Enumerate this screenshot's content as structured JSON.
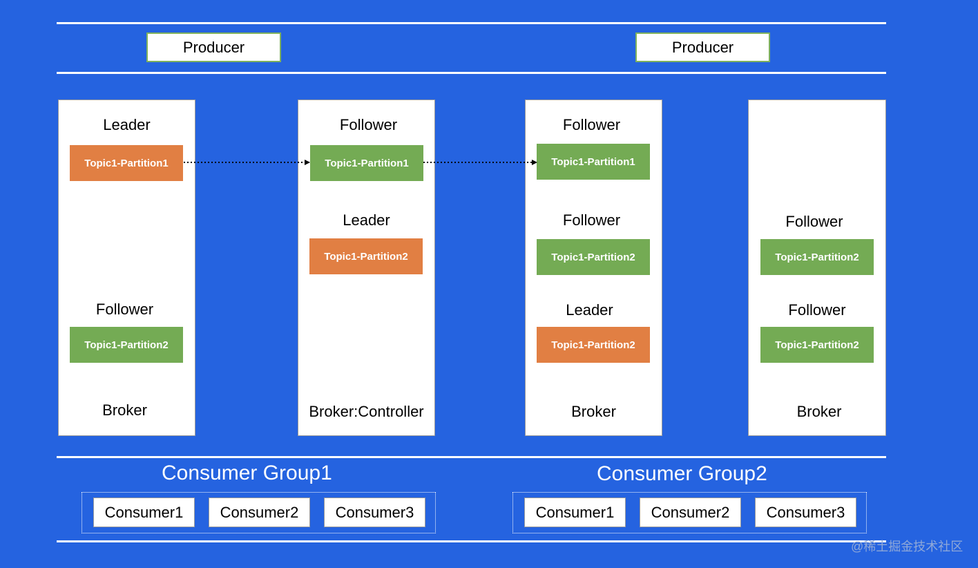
{
  "producers": [
    {
      "label": "Producer"
    },
    {
      "label": "Producer"
    }
  ],
  "brokers": [
    {
      "name": "Broker",
      "replicas": [
        {
          "role": "Leader",
          "partition": "Topic1-Partition1",
          "type": "leader"
        },
        {
          "role": "Follower",
          "partition": "Topic1-Partition2",
          "type": "follower"
        }
      ]
    },
    {
      "name": "Broker:Controller",
      "replicas": [
        {
          "role": "Follower",
          "partition": "Topic1-Partition1",
          "type": "follower"
        },
        {
          "role": "Leader",
          "partition": "Topic1-Partition2",
          "type": "leader"
        }
      ]
    },
    {
      "name": "Broker",
      "replicas": [
        {
          "role": "Follower",
          "partition": "Topic1-Partition1",
          "type": "follower"
        },
        {
          "role": "Follower",
          "partition": "Topic1-Partition2",
          "type": "follower"
        },
        {
          "role": "Leader",
          "partition": "Topic1-Partition2",
          "type": "leader"
        }
      ]
    },
    {
      "name": "Broker",
      "replicas": [
        {
          "role": "Follower",
          "partition": "Topic1-Partition2",
          "type": "follower"
        },
        {
          "role": "Follower",
          "partition": "Topic1-Partition2",
          "type": "follower"
        }
      ]
    }
  ],
  "consumer_groups": [
    {
      "title": "Consumer Group1",
      "consumers": [
        "Consumer1",
        "Consumer2",
        "Consumer3"
      ]
    },
    {
      "title": "Consumer Group2",
      "consumers": [
        "Consumer1",
        "Consumer2",
        "Consumer3"
      ]
    }
  ],
  "replication_links": [
    {
      "from": "broker-1 Topic1-Partition1",
      "to": "broker-2 Topic1-Partition1"
    },
    {
      "from": "broker-2 Topic1-Partition1",
      "to": "broker-3 Topic1-Partition1"
    }
  ],
  "watermark": "@稀土掘金技术社区",
  "colors": {
    "background": "#2563e0",
    "leader_partition": "#e17f43",
    "follower_partition": "#74ab54",
    "producer_border": "#7fb15d"
  }
}
